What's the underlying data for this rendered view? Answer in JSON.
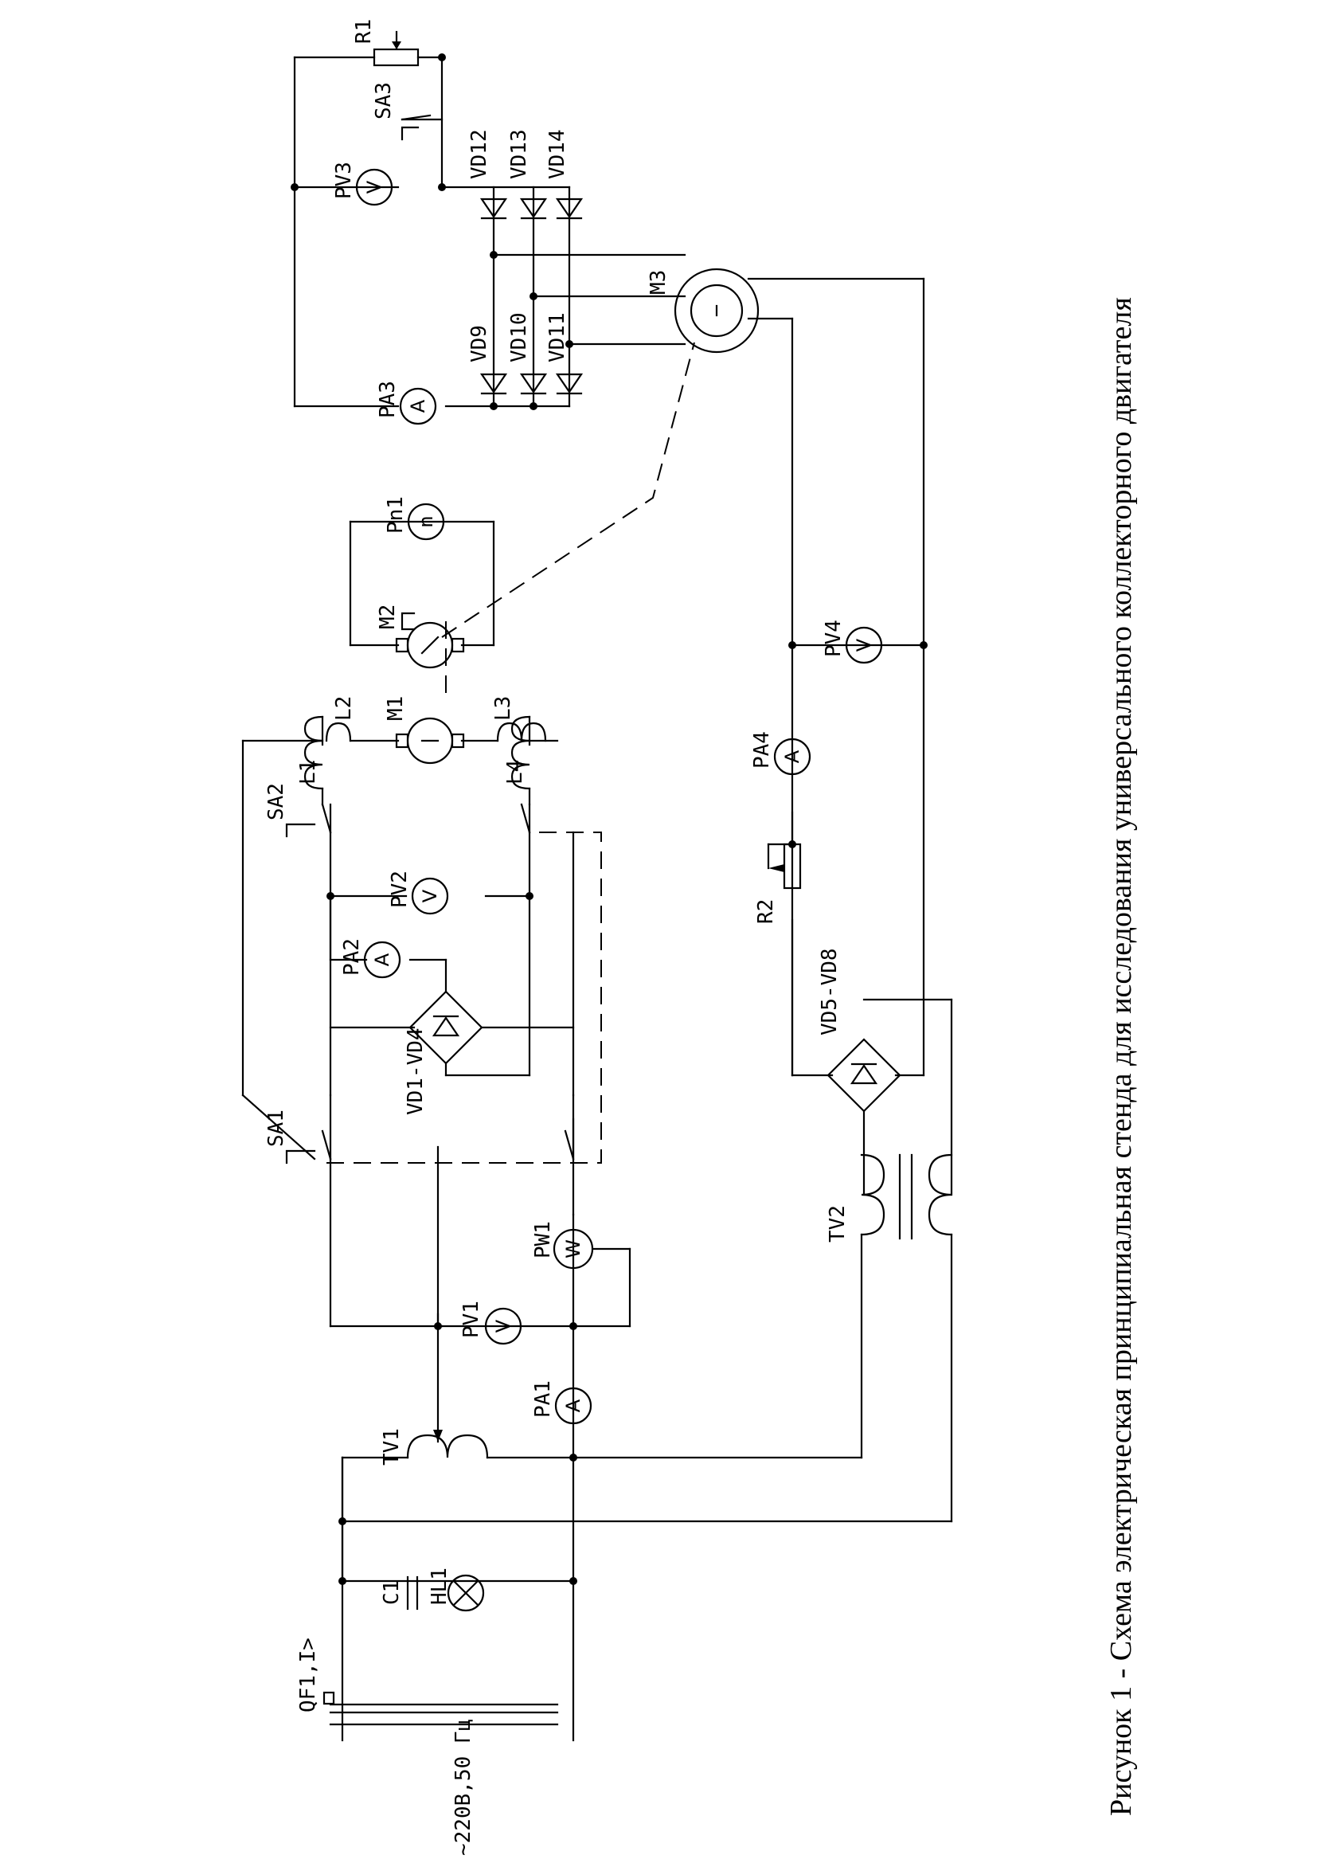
{
  "caption": "Рисунок 1 - Схема электрическая принципиальная  стенда для исследования универсального коллекторного двигателя",
  "supply_label": "~220В,50 Гц",
  "components": {
    "QF1": "QF1,I>",
    "C1": "C1",
    "HL1": "HL1",
    "TV1": "TV1",
    "TV2": "TV2",
    "PA1": "PA1",
    "PV1": "PV1",
    "PW1": "PW1",
    "SA1": "SA1",
    "SA2": "SA2",
    "VD1_VD4": "VD1-VD4",
    "PA2": "PA2",
    "PV2": "PV2",
    "L1": "L1",
    "L2": "L2",
    "L3": "L3",
    "L4": "L4",
    "M1": "M1",
    "M2": "M2",
    "Pn1": "Pn1",
    "M3": "M3",
    "PA3": "PA3",
    "PV3": "PV3",
    "SA3": "SA3",
    "R1": "R1",
    "R2": "R2",
    "VD5_VD8": "VD5-VD8",
    "PA4": "PA4",
    "PV4": "PV4",
    "VD9": "VD9",
    "VD10": "VD10",
    "VD11": "VD11",
    "VD12": "VD12",
    "VD13": "VD13",
    "VD14": "VD14"
  },
  "meter_symbols": {
    "ammeter": "A",
    "voltmeter": "V",
    "wattmeter": "W",
    "tachometer": "n"
  }
}
